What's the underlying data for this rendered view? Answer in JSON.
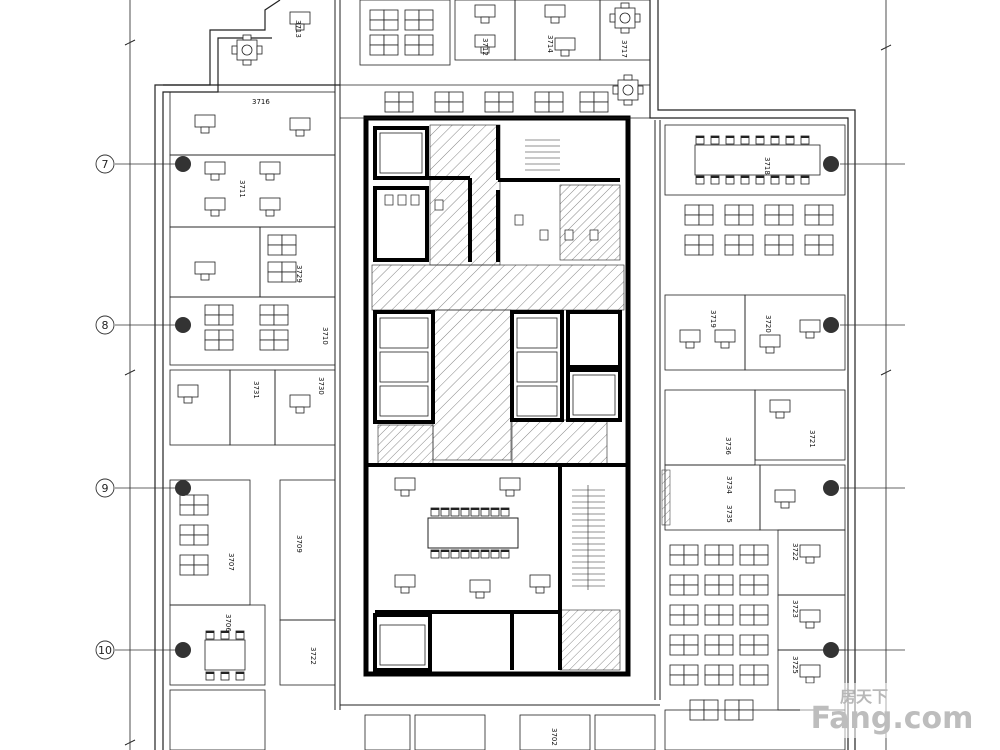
{
  "axes": [
    {
      "label": "7"
    },
    {
      "label": "8"
    },
    {
      "label": "9"
    },
    {
      "label": "10"
    }
  ],
  "watermark": {
    "brand": "Fang.com",
    "brand_cn": "房天下"
  },
  "rooms": {
    "r3713": "3713",
    "r3712": "3712",
    "r3714": "3714",
    "r3717": "3717",
    "r3716": "3716",
    "r3711": "3711",
    "r3729": "3729",
    "r3710": "3710",
    "r3731": "3731",
    "r3730": "3730",
    "r3707": "3707",
    "r3709": "3709",
    "r3706": "3706",
    "r3722_left": "3722",
    "r3718": "3718",
    "r3719": "3719",
    "r3720": "3720",
    "r3736": "3736",
    "r3721": "3721",
    "r3734": "3734",
    "r3735": "3735",
    "r3722": "3722",
    "r3723": "3723",
    "r3725": "3725",
    "r3702": "3702"
  }
}
